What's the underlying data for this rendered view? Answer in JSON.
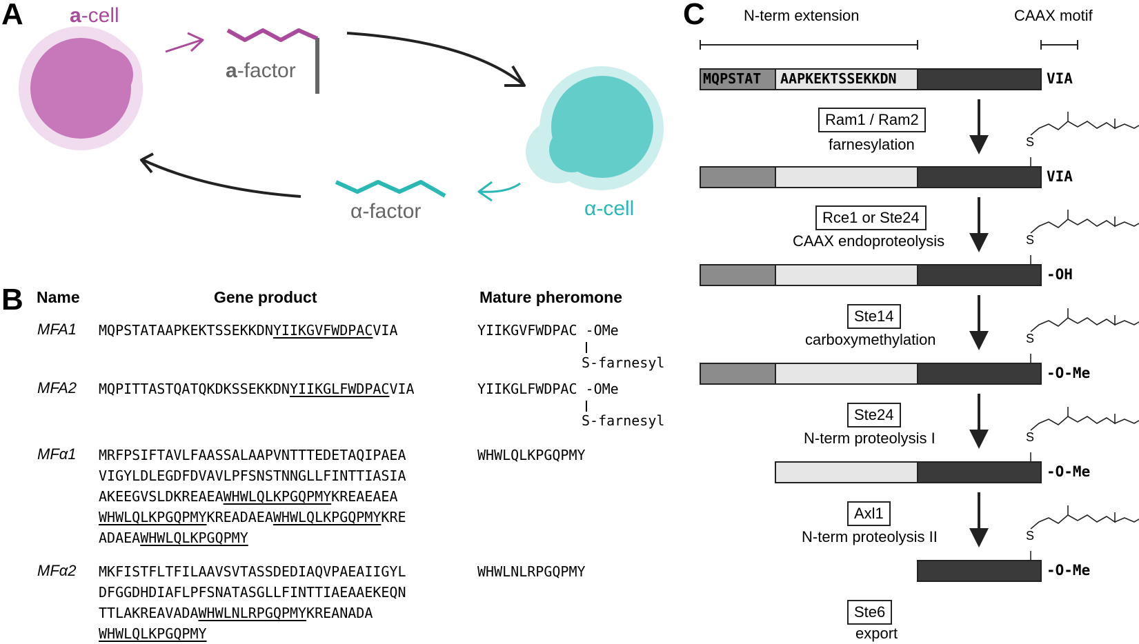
{
  "panel_a": {
    "letter": "A",
    "a_cell_label_prefix": "a",
    "a_cell_label_suffix": "-cell",
    "a_factor_prefix": "a",
    "a_factor_suffix": "-factor",
    "alpha_factor": "α-factor",
    "alpha_cell": "α-cell",
    "colors": {
      "a_cell": "#a94a9c",
      "alpha_cell": "#2ab8b4",
      "arrow": "#222222",
      "factor_stem": "#666666"
    }
  },
  "panel_b": {
    "letter": "B",
    "headers": {
      "name": "Name",
      "gene_product": "Gene product",
      "mature": "Mature pheromone"
    },
    "genes": [
      {
        "name": "MFA1",
        "lines": [
          {
            "pre": "MQPSTATAAPKEKTSSEKKDN",
            "under": "YIIKGVFWDPAC",
            "post": "VIA"
          }
        ],
        "mature": "YIIKGVFWDPAC",
        "mature_suffix": "-OMe",
        "mature_mod": "S-farnesyl"
      },
      {
        "name": "MFA2",
        "lines": [
          {
            "pre": "MQPITTASTQATQKDKSSEKKDN",
            "under": "YIIKGLFWDPAC",
            "post": "VIA"
          }
        ],
        "mature": "YIIKGLFWDPAC",
        "mature_suffix": "-OMe",
        "mature_mod": "S-farnesyl"
      },
      {
        "name": "MFα1",
        "lines": [
          {
            "pre": "MRFPSIFTAVLFAASSALAAPVNTTTEDETAQIPAEA",
            "under": "",
            "post": ""
          },
          {
            "pre": "VIGYLDLEGDFDVAVLPFSNSTNNGLLFINTTIASIA",
            "under": "",
            "post": ""
          },
          {
            "pre": "AKEEGVSLDKREAEA",
            "under": "WHWLQLKPGQPMY",
            "post": "KREAEAEA"
          },
          {
            "pre": "",
            "under": "WHWLQLKPGQPMY",
            "post": "KREADAEA",
            "under2": "WHWLQLKPGQPMY",
            "post2": "KRE"
          },
          {
            "pre": "ADAEA",
            "under": "WHWLQLKPGQPMY",
            "post": ""
          }
        ],
        "mature": "WHWLQLKPGQPMY"
      },
      {
        "name": "MFα2",
        "lines": [
          {
            "pre": "MKFISTFLTFILAAVSVTASSDEDIAQVPAEAIIGYL",
            "under": "",
            "post": ""
          },
          {
            "pre": "DFGGDHDIAFLPFSNATASGLLFINTTIAEAAEKEQN",
            "under": "",
            "post": ""
          },
          {
            "pre": "TTLAKREAVADA",
            "under": "WHWLNLRPGQPMY",
            "post": "KREANADA"
          },
          {
            "pre": "",
            "under": "WHWLQLKPGQPMY",
            "post": ""
          }
        ],
        "mature": "WHWLNLRPGQPMY"
      }
    ]
  },
  "panel_c": {
    "letter": "C",
    "nterm_label": "N-term extension",
    "caax_label": "CAAX motif",
    "seg1_text": "MQPSTAT",
    "seg2_text": "AAPKEKTSSEKKDN",
    "s_label": "S",
    "steps": [
      {
        "enzyme": "Ram1 / Ram2",
        "desc": "farnesylation",
        "cterm_before": "VIA",
        "cterm_after": "VIA"
      },
      {
        "enzyme": "Rce1 or Ste24",
        "desc": "CAAX endoproteolysis",
        "cterm_after": "-OH"
      },
      {
        "enzyme": "Ste14",
        "desc": "carboxymethylation",
        "cterm_after": "-O-Me"
      },
      {
        "enzyme": "Ste24",
        "desc": "N-term proteolysis I",
        "cterm_after": "-O-Me"
      },
      {
        "enzyme": "Axl1",
        "desc": "N-term proteolysis II",
        "cterm_after": "-O-Me"
      },
      {
        "enzyme": "Ste6",
        "desc": "export"
      }
    ],
    "colors": {
      "seg1": "#8c8c8c",
      "seg2": "#e6e6e6",
      "core": "#3a3a3a"
    }
  }
}
